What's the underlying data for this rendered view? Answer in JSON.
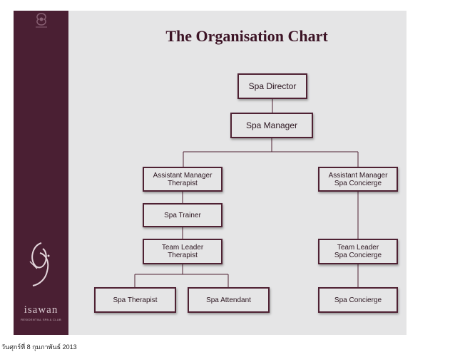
{
  "slide": {
    "title": "The Organisation Chart",
    "footer_date": "วันศุกร์ที่ 8 กุมภาพันธ์ 2013"
  },
  "brand": {
    "name": "isawan",
    "tagline": "RESIDENTIAL SPA & CLUB",
    "sidebar_color": "#4a1f33"
  },
  "org_chart": {
    "nodes": [
      {
        "id": "spa-director",
        "label": "Spa Director"
      },
      {
        "id": "spa-manager",
        "label": "Spa Manager"
      },
      {
        "id": "asst-mgr-therapist",
        "label": "Assistant Manager\nTherapist"
      },
      {
        "id": "asst-mgr-concierge",
        "label": "Assistant Manager\nSpa Concierge"
      },
      {
        "id": "spa-trainer",
        "label": "Spa Trainer"
      },
      {
        "id": "team-leader-therapist",
        "label": "Team Leader\nTherapist"
      },
      {
        "id": "team-leader-concierge",
        "label": "Team Leader\nSpa Concierge"
      },
      {
        "id": "spa-therapist",
        "label": "Spa Therapist"
      },
      {
        "id": "spa-attendant",
        "label": "Spa Attendant"
      },
      {
        "id": "spa-concierge",
        "label": "Spa Concierge"
      }
    ]
  }
}
